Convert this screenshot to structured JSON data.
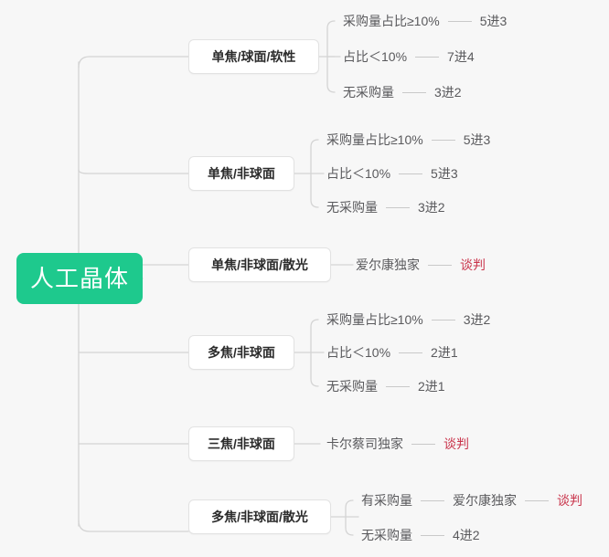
{
  "diagram": {
    "type": "mindmap",
    "title": "人工晶体",
    "background_color": "#f7f7f7",
    "root_color": "#1ec98d",
    "accent_color": "#c9344b",
    "node_text_color": "#2b2b2b",
    "leaf_text_color": "#59595c",
    "edge_color": "#d4d4d4"
  },
  "root": {
    "label": "人工晶体"
  },
  "branches": [
    {
      "id": "branch-1",
      "label": "单焦/球面/软性",
      "leaves": [
        {
          "text": "采购量占比≥10%",
          "result": "5进3",
          "accent": false
        },
        {
          "text": "占比＜10%",
          "result": "7进4",
          "accent": false
        },
        {
          "text": "无采购量",
          "result": "3进2",
          "accent": false
        }
      ]
    },
    {
      "id": "branch-2",
      "label": "单焦/非球面",
      "leaves": [
        {
          "text": "采购量占比≥10%",
          "result": "5进3",
          "accent": false
        },
        {
          "text": "占比＜10%",
          "result": "5进3",
          "accent": false
        },
        {
          "text": "无采购量",
          "result": "3进2",
          "accent": false
        }
      ]
    },
    {
      "id": "branch-3",
      "label": "单焦/非球面/散光",
      "leaves": [
        {
          "text": "爱尔康独家",
          "result": "谈判",
          "accent": true
        }
      ]
    },
    {
      "id": "branch-4",
      "label": "多焦/非球面",
      "leaves": [
        {
          "text": "采购量占比≥10%",
          "result": "3进2",
          "accent": false
        },
        {
          "text": "占比＜10%",
          "result": "2进1",
          "accent": false
        },
        {
          "text": "无采购量",
          "result": "2进1",
          "accent": false
        }
      ]
    },
    {
      "id": "branch-5",
      "label": "三焦/非球面",
      "leaves": [
        {
          "text": "卡尔蔡司独家",
          "result": "谈判",
          "accent": true
        }
      ]
    },
    {
      "id": "branch-6",
      "label": "多焦/非球面/散光",
      "leaves": [
        {
          "text": "有采购量",
          "result": "爱尔康独家",
          "result2": "谈判",
          "accent": false
        },
        {
          "text": "无采购量",
          "result": "4进2",
          "accent": false
        }
      ]
    }
  ]
}
